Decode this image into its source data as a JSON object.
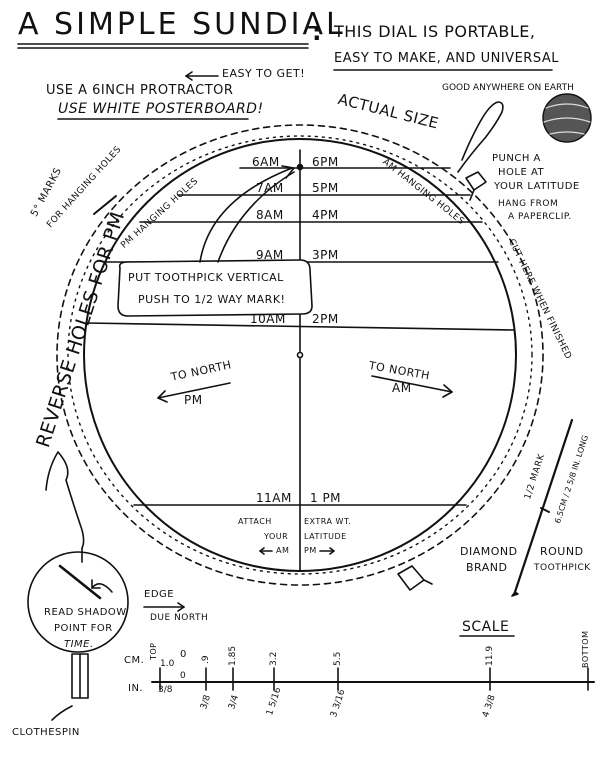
{
  "title": {
    "main": "A SIMPLE SUNDIAL",
    "colon": ":",
    "line1": "THIS DIAL IS PORTABLE,",
    "line2": "EASY TO MAKE, AND UNIVERSAL"
  },
  "notes": {
    "easy_to_get": "EASY TO GET!",
    "protractor": "USE A 6INCH PROTRACTOR",
    "posterboard": "USE WHITE POSTERBOARD!",
    "good_anywhere": "GOOD ANYWHERE ON EARTH",
    "actual_size": "ACTUAL SIZE",
    "punch_1": "PUNCH A",
    "punch_2": "HOLE AT",
    "punch_3": "YOUR LATITUDE",
    "hang_1": "HANG FROM",
    "hang_2": "A PAPERCLIP.",
    "marks_1": "5° MARKS",
    "marks_2": "FOR HANGING HOLES",
    "reverse_holes": "REVERSE HOLES FOR PM",
    "pm_hanging_holes": "PM HANGING HOLES",
    "am_hanging_holes": "AM HANGING HOLES",
    "cut_here": "CUT HERE WHEN FINISHED",
    "toothpick_1": "PUT TOOTHPICK VERTICAL",
    "toothpick_2": "PUSH TO 1/2 WAY MARK!",
    "to_north_pm_1": "TO NORTH",
    "to_north_pm_2": "PM",
    "to_north_am_1": "TO NORTH",
    "to_north_am_2": "AM",
    "attach_1": "ATTACH",
    "attach_2": "YOUR",
    "attach_3": "AM",
    "extra_1": "EXTRA WT.",
    "extra_2": "LATITUDE",
    "extra_3": "PM",
    "half_mark": "1/2 MARK",
    "toothpick_length": "6.5cm / 2 5/8 in. LONG",
    "diamond_1": "DIAMOND",
    "diamond_2": "BRAND",
    "round_1": "ROUND",
    "round_2": "TOOTHPICK",
    "read_1": "READ SHADOW",
    "read_2": "POINT FOR",
    "read_3": "TIME.",
    "edge": "EDGE",
    "due_north": "DUE NORTH",
    "clothespin": "CLOTHESPIN"
  },
  "hour_lines": [
    {
      "am": "6AM",
      "pm": "6PM"
    },
    {
      "am": "7AM",
      "pm": "5PM"
    },
    {
      "am": "8AM",
      "pm": "4PM"
    },
    {
      "am": "9AM",
      "pm": "3PM"
    },
    {
      "am": "10AM",
      "pm": "2PM"
    },
    {
      "am": "11AM",
      "pm": "1 PM"
    }
  ],
  "scale": {
    "title": "SCALE",
    "cm_label": "CM.",
    "in_label": "IN.",
    "top_label": "TOP",
    "bottom_label": "BOTTOM",
    "cm_values": [
      "1.0",
      "0",
      ".9",
      "1.85",
      "3.2",
      "5.5",
      "11.9"
    ],
    "in_values": [
      "3/8",
      "0",
      "3/8",
      "3/4",
      "1 5/16",
      "3 3/16",
      "4 3/8"
    ]
  },
  "colors": {
    "ink": "#111111",
    "paper": "#ffffff",
    "planet_shade": "#555555"
  }
}
